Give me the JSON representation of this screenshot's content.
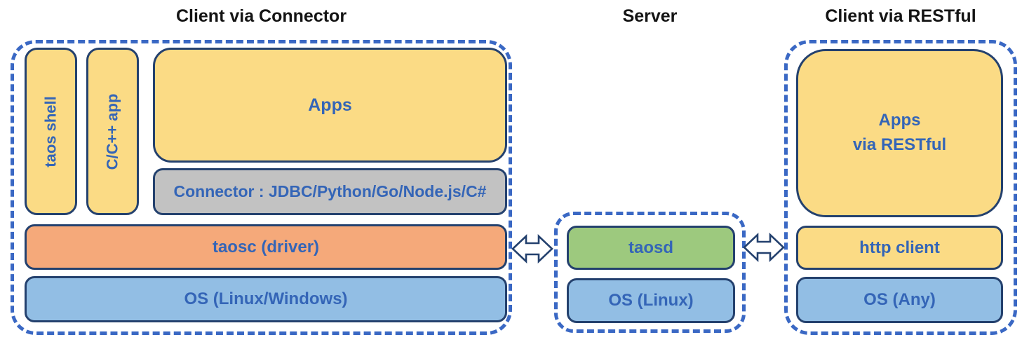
{
  "colors": {
    "dashed_border": "#3a68c4",
    "box_border": "#24416e",
    "label_blue": "#3465b7",
    "title_black": "#141414",
    "yellow_fill": "#fbdb85",
    "gray_fill": "#c2c2c2",
    "orange_fill": "#f5a97a",
    "blue_fill": "#92bee4",
    "green_fill": "#9dc97e",
    "arrow_fill": "#ffffff"
  },
  "sections": [
    {
      "title": "Client via Connector",
      "boxes": [
        {
          "label": "taos shell"
        },
        {
          "label": "C/C++ app"
        },
        {
          "label": "Apps"
        },
        {
          "label": "Connector : JDBC/Python/Go/Node.js/C#"
        },
        {
          "label": "taosc (driver)"
        },
        {
          "label": "OS (Linux/Windows)"
        }
      ]
    },
    {
      "title": "Server",
      "boxes": [
        {
          "label": "taosd"
        },
        {
          "label": "OS (Linux)"
        }
      ]
    },
    {
      "title": "Client via RESTful",
      "boxes": [
        {
          "label": "Apps\nvia RESTful"
        },
        {
          "label": "http client"
        },
        {
          "label": "OS (Any)"
        }
      ]
    }
  ],
  "connectors": [
    {
      "name": "client-server-link",
      "type": "bidirectional-arrow"
    },
    {
      "name": "server-restful-link",
      "type": "bidirectional-arrow"
    }
  ]
}
